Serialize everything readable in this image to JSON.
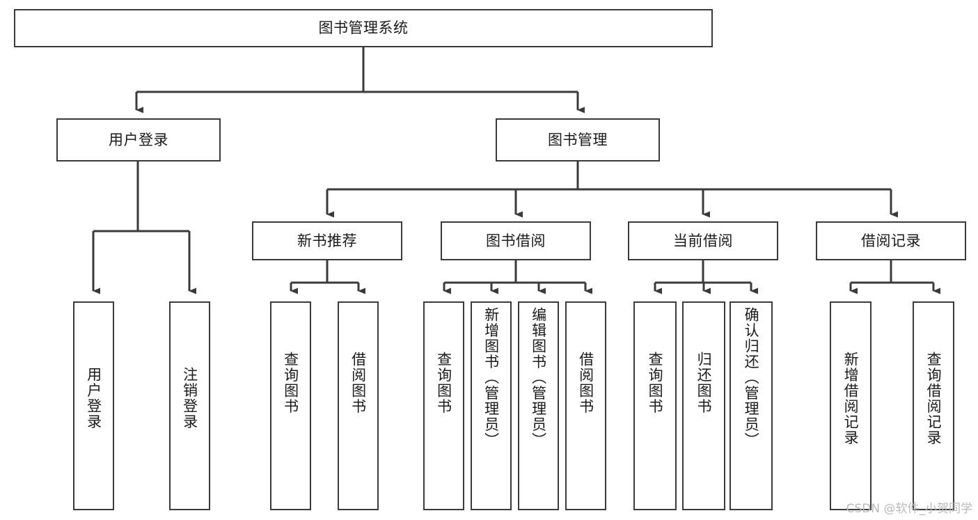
{
  "diagram": {
    "title": "图书管理系统",
    "root": {
      "label": "图书管理系统"
    },
    "level1": [
      {
        "label": "用户登录"
      },
      {
        "label": "图书管理"
      }
    ],
    "level2": [
      {
        "label": "新书推荐"
      },
      {
        "label": "图书借阅"
      },
      {
        "label": "当前借阅"
      },
      {
        "label": "借阅记录"
      }
    ],
    "leaves": {
      "user_login": [
        {
          "label": "用户登录"
        },
        {
          "label": "注销登录"
        }
      ],
      "new_book_recommend": [
        {
          "label": "查询图书"
        },
        {
          "label": "借阅图书"
        }
      ],
      "book_borrow": [
        {
          "label": "查询图书"
        },
        {
          "label": "新增图书（管理员）"
        },
        {
          "label": "编辑图书（管理员）"
        },
        {
          "label": "借阅图书"
        }
      ],
      "current_borrow": [
        {
          "label": "查询图书"
        },
        {
          "label": "归还图书"
        },
        {
          "label": "确认归还（管理员）"
        }
      ],
      "borrow_record": [
        {
          "label": "新增借阅记录"
        },
        {
          "label": "查询借阅记录"
        }
      ]
    }
  },
  "watermark": {
    "text": "CSDN @软件_小贺同学"
  },
  "colors": {
    "border": "#3a3a3a",
    "background": "#ffffff",
    "text": "#1a1a1a",
    "watermark": "#b9b9b9"
  }
}
